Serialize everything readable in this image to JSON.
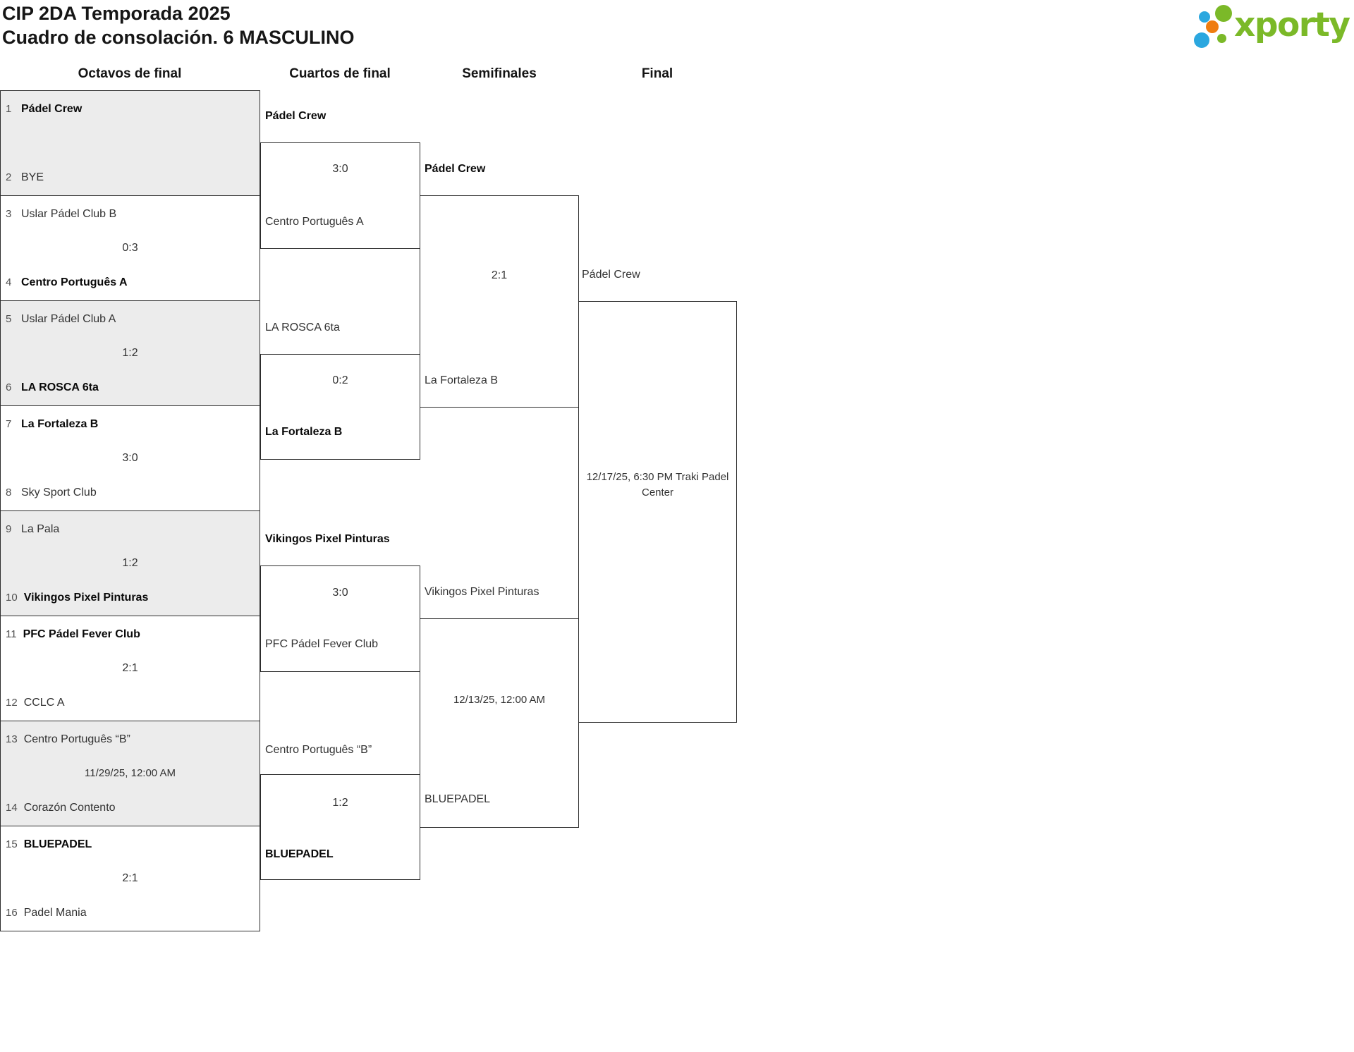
{
  "header": {
    "title_line1": "CIP 2DA Temporada 2025",
    "title_line2": "Cuadro de consolación. 6 MASCULINO"
  },
  "brand": {
    "name": "xporty",
    "green": "#7bb928",
    "blue": "#2ba7df",
    "orange": "#ef7d10"
  },
  "rounds": [
    {
      "label": "Octavos de final"
    },
    {
      "label": "Cuartos de final"
    },
    {
      "label": "Semifinales"
    },
    {
      "label": "Final"
    }
  ],
  "colors": {
    "line": "#2d2d2d",
    "alt_row_bg": "#ececec"
  },
  "bracket": {
    "round_of_16": [
      {
        "team1": {
          "seed": "1",
          "name": "Pádel Crew",
          "winner": true
        },
        "result": "",
        "team2": {
          "seed": "2",
          "name": "BYE",
          "winner": false
        }
      },
      {
        "team1": {
          "seed": "3",
          "name": "Uslar Pádel Club B",
          "winner": false
        },
        "result": "0:3",
        "team2": {
          "seed": "4",
          "name": "Centro Português A",
          "winner": true
        }
      },
      {
        "team1": {
          "seed": "5",
          "name": "Uslar Pádel Club A",
          "winner": false
        },
        "result": "1:2",
        "team2": {
          "seed": "6",
          "name": "LA ROSCA 6ta",
          "winner": true
        }
      },
      {
        "team1": {
          "seed": "7",
          "name": "La Fortaleza B",
          "winner": true
        },
        "result": "3:0",
        "team2": {
          "seed": "8",
          "name": "Sky Sport Club",
          "winner": false
        }
      },
      {
        "team1": {
          "seed": "9",
          "name": "La Pala",
          "winner": false
        },
        "result": "1:2",
        "team2": {
          "seed": "10",
          "name": "Vikingos Pixel Pinturas",
          "winner": true
        }
      },
      {
        "team1": {
          "seed": "11",
          "name": "PFC Pádel Fever Club",
          "winner": true
        },
        "result": "2:1",
        "team2": {
          "seed": "12",
          "name": "CCLC A",
          "winner": false
        }
      },
      {
        "team1": {
          "seed": "13",
          "name": "Centro Português “B”",
          "winner": false
        },
        "result": "11/29/25, 12:00 AM",
        "team2": {
          "seed": "14",
          "name": "Corazón Contento",
          "winner": false
        }
      },
      {
        "team1": {
          "seed": "15",
          "name": "BLUEPADEL",
          "winner": true
        },
        "result": "2:1",
        "team2": {
          "seed": "16",
          "name": "Padel Mania",
          "winner": false
        }
      }
    ],
    "quarterfinals": [
      {
        "team1": {
          "name": "Pádel Crew",
          "winner": true
        },
        "result": "3:0",
        "team2": {
          "name": "Centro Português A",
          "winner": false
        }
      },
      {
        "team1": {
          "name": "LA ROSCA 6ta",
          "winner": false
        },
        "result": "0:2",
        "team2": {
          "name": "La Fortaleza B",
          "winner": true
        }
      },
      {
        "team1": {
          "name": "Vikingos Pixel Pinturas",
          "winner": true
        },
        "result": "3:0",
        "team2": {
          "name": "PFC Pádel Fever Club",
          "winner": false
        }
      },
      {
        "team1": {
          "name": "Centro Português “B”",
          "winner": false
        },
        "result": "1:2",
        "team2": {
          "name": "BLUEPADEL",
          "winner": true
        }
      }
    ],
    "semifinals": [
      {
        "team1": {
          "name": "Pádel Crew",
          "winner": true
        },
        "result": "2:1",
        "team2": {
          "name": "La Fortaleza B",
          "winner": false
        }
      },
      {
        "team1": {
          "name": "Vikingos Pixel Pinturas",
          "winner": false
        },
        "result": "12/13/25, 12:00 AM",
        "team2": {
          "name": "BLUEPADEL",
          "winner": false
        }
      }
    ],
    "final": {
      "team1": {
        "name": "Pádel Crew",
        "winner": false
      },
      "result": "12/17/25, 6:30 PM Traki Padel Center",
      "team2": {
        "name": "",
        "winner": false
      }
    }
  }
}
